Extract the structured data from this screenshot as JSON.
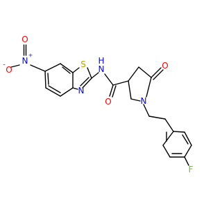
{
  "molecule": {
    "atom_labels": {
      "O_nitro_top": "O",
      "N_nitro": "N",
      "N_plus": "+",
      "O_nitro_minus": "O",
      "minus": "-",
      "S": "S",
      "N_thiazole": "N",
      "N_amide": "N",
      "H_amide": "H",
      "O_amide": "O",
      "O_lactam": "O",
      "N_ring": "N",
      "F": "F"
    },
    "colors": {
      "carbon_bond": "#000000",
      "oxygen": "#ff0000",
      "nitrogen": "#0000ff",
      "sulfur": "#b5a100",
      "fluorine": "#7fb24c"
    }
  }
}
